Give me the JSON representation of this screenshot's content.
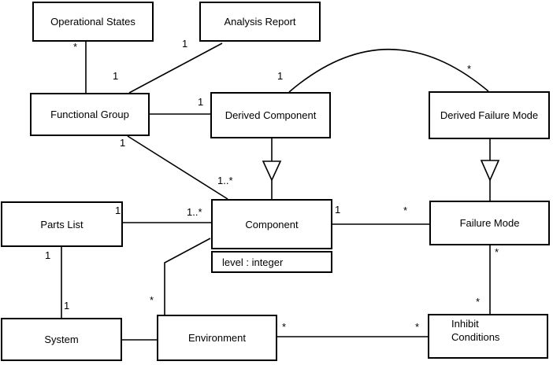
{
  "diagram": {
    "kind": "uml-class-diagram",
    "background_color": "#ffffff",
    "line_color": "#000000",
    "classes": [
      {
        "name": "Operational States"
      },
      {
        "name": "Analysis Report"
      },
      {
        "name": "Functional Group"
      },
      {
        "name": "Derived Component"
      },
      {
        "name": "Derived Failure Mode"
      },
      {
        "name": "Parts List"
      },
      {
        "name": "Component",
        "attributes": [
          "level : integer"
        ]
      },
      {
        "name": "Failure Mode"
      },
      {
        "name": "System"
      },
      {
        "name": "Environment"
      },
      {
        "name": "Inhibit Conditions"
      }
    ],
    "relations": [
      {
        "from": "Operational States",
        "to": "Functional Group",
        "type": "association",
        "from_label": "*",
        "to_label": ""
      },
      {
        "from": "Functional Group",
        "to": "Analysis Report",
        "type": "association",
        "from_label": "1",
        "to_label": "1"
      },
      {
        "from": "Functional Group",
        "to": "Derived Component",
        "type": "association",
        "from_label": "",
        "to_label": "1"
      },
      {
        "from": "Functional Group",
        "to": "Component",
        "type": "association",
        "from_label": "1",
        "to_label": "1..*"
      },
      {
        "from": "Derived Component",
        "to": "Derived Failure Mode",
        "type": "association",
        "shape": "arc",
        "from_label": "1",
        "to_label": "*"
      },
      {
        "from": "Derived Component",
        "to": "Component",
        "type": "generalization",
        "from_label": "",
        "to_label": ""
      },
      {
        "from": "Derived Failure Mode",
        "to": "Failure Mode",
        "type": "generalization",
        "from_label": "",
        "to_label": ""
      },
      {
        "from": "Parts List",
        "to": "Component",
        "type": "association",
        "from_label": "1",
        "to_label": "1..*"
      },
      {
        "from": "Parts List",
        "to": "System",
        "type": "association",
        "from_label": "1",
        "to_label": "1"
      },
      {
        "from": "Component",
        "to": "Failure Mode",
        "type": "association",
        "from_label": "1",
        "to_label": "*"
      },
      {
        "from": "Component",
        "to": "Environment",
        "type": "association",
        "from_label": "",
        "to_label": "*"
      },
      {
        "from": "System",
        "to": "Environment",
        "type": "association",
        "from_label": "",
        "to_label": ""
      },
      {
        "from": "Environment",
        "to": "Inhibit Conditions",
        "type": "association",
        "from_label": "*",
        "to_label": "*"
      },
      {
        "from": "Failure Mode",
        "to": "Inhibit Conditions",
        "type": "association",
        "from_label": "*",
        "to_label": "*"
      }
    ]
  }
}
